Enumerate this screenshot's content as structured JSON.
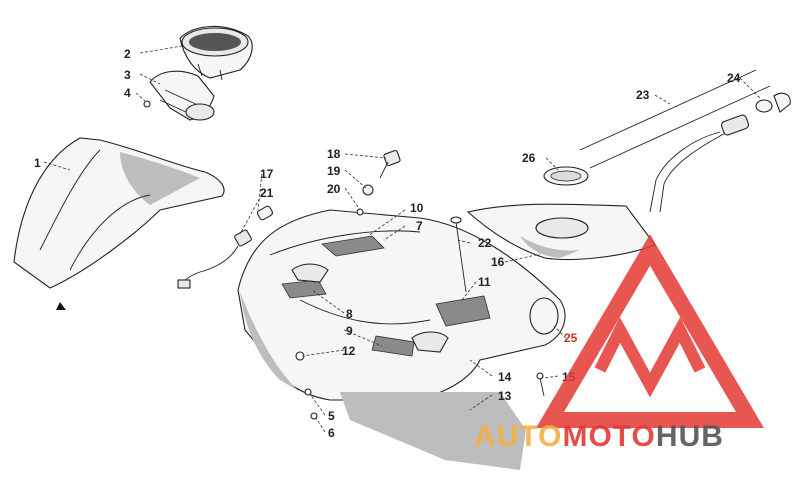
{
  "callouts": [
    {
      "num": "1"
    },
    {
      "num": "2"
    },
    {
      "num": "3"
    },
    {
      "num": "4"
    },
    {
      "num": "5"
    },
    {
      "num": "6"
    },
    {
      "num": "7"
    },
    {
      "num": "8"
    },
    {
      "num": "9"
    },
    {
      "num": "10"
    },
    {
      "num": "11"
    },
    {
      "num": "12"
    },
    {
      "num": "13"
    },
    {
      "num": "14"
    },
    {
      "num": "15"
    },
    {
      "num": "16"
    },
    {
      "num": "17"
    },
    {
      "num": "18"
    },
    {
      "num": "19"
    },
    {
      "num": "20"
    },
    {
      "num": "21"
    },
    {
      "num": "22"
    },
    {
      "num": "23"
    },
    {
      "num": "24"
    },
    {
      "num": "25"
    },
    {
      "num": "26"
    }
  ],
  "watermark": {
    "part1": "AUTO",
    "part2": "MOTO",
    "part3": "HUB",
    "color_primary": "#e53935",
    "color_secondary": "#f5b041",
    "color_dark": "#555555"
  }
}
